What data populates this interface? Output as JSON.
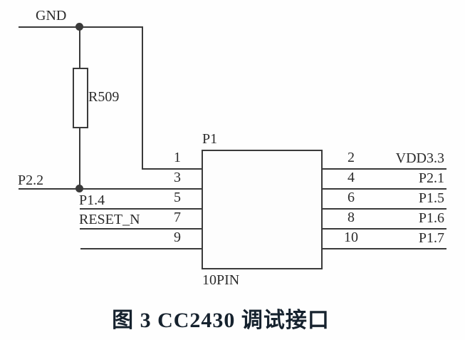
{
  "figure": {
    "caption": "图 3 CC2430 调试接口"
  },
  "schematic": {
    "power_net": "GND",
    "resistor": {
      "ref": "R509"
    },
    "connector": {
      "designator": "P1",
      "footprint": "10PIN",
      "left_pins": [
        {
          "number": "1",
          "net": ""
        },
        {
          "number": "3",
          "net": "P2.2"
        },
        {
          "number": "5",
          "net": "P1.4"
        },
        {
          "number": "7",
          "net": "RESET_N"
        },
        {
          "number": "9",
          "net": ""
        }
      ],
      "right_pins": [
        {
          "number": "2",
          "net": "VDD3.3"
        },
        {
          "number": "4",
          "net": "P2.1"
        },
        {
          "number": "6",
          "net": "P1.5"
        },
        {
          "number": "8",
          "net": "P1.6"
        },
        {
          "number": "10",
          "net": "P1.7"
        }
      ]
    },
    "colors": {
      "wire": "#3a3a3a",
      "text": "#2b2b2b",
      "caption": "#16222e",
      "background": "#fefefe"
    }
  }
}
